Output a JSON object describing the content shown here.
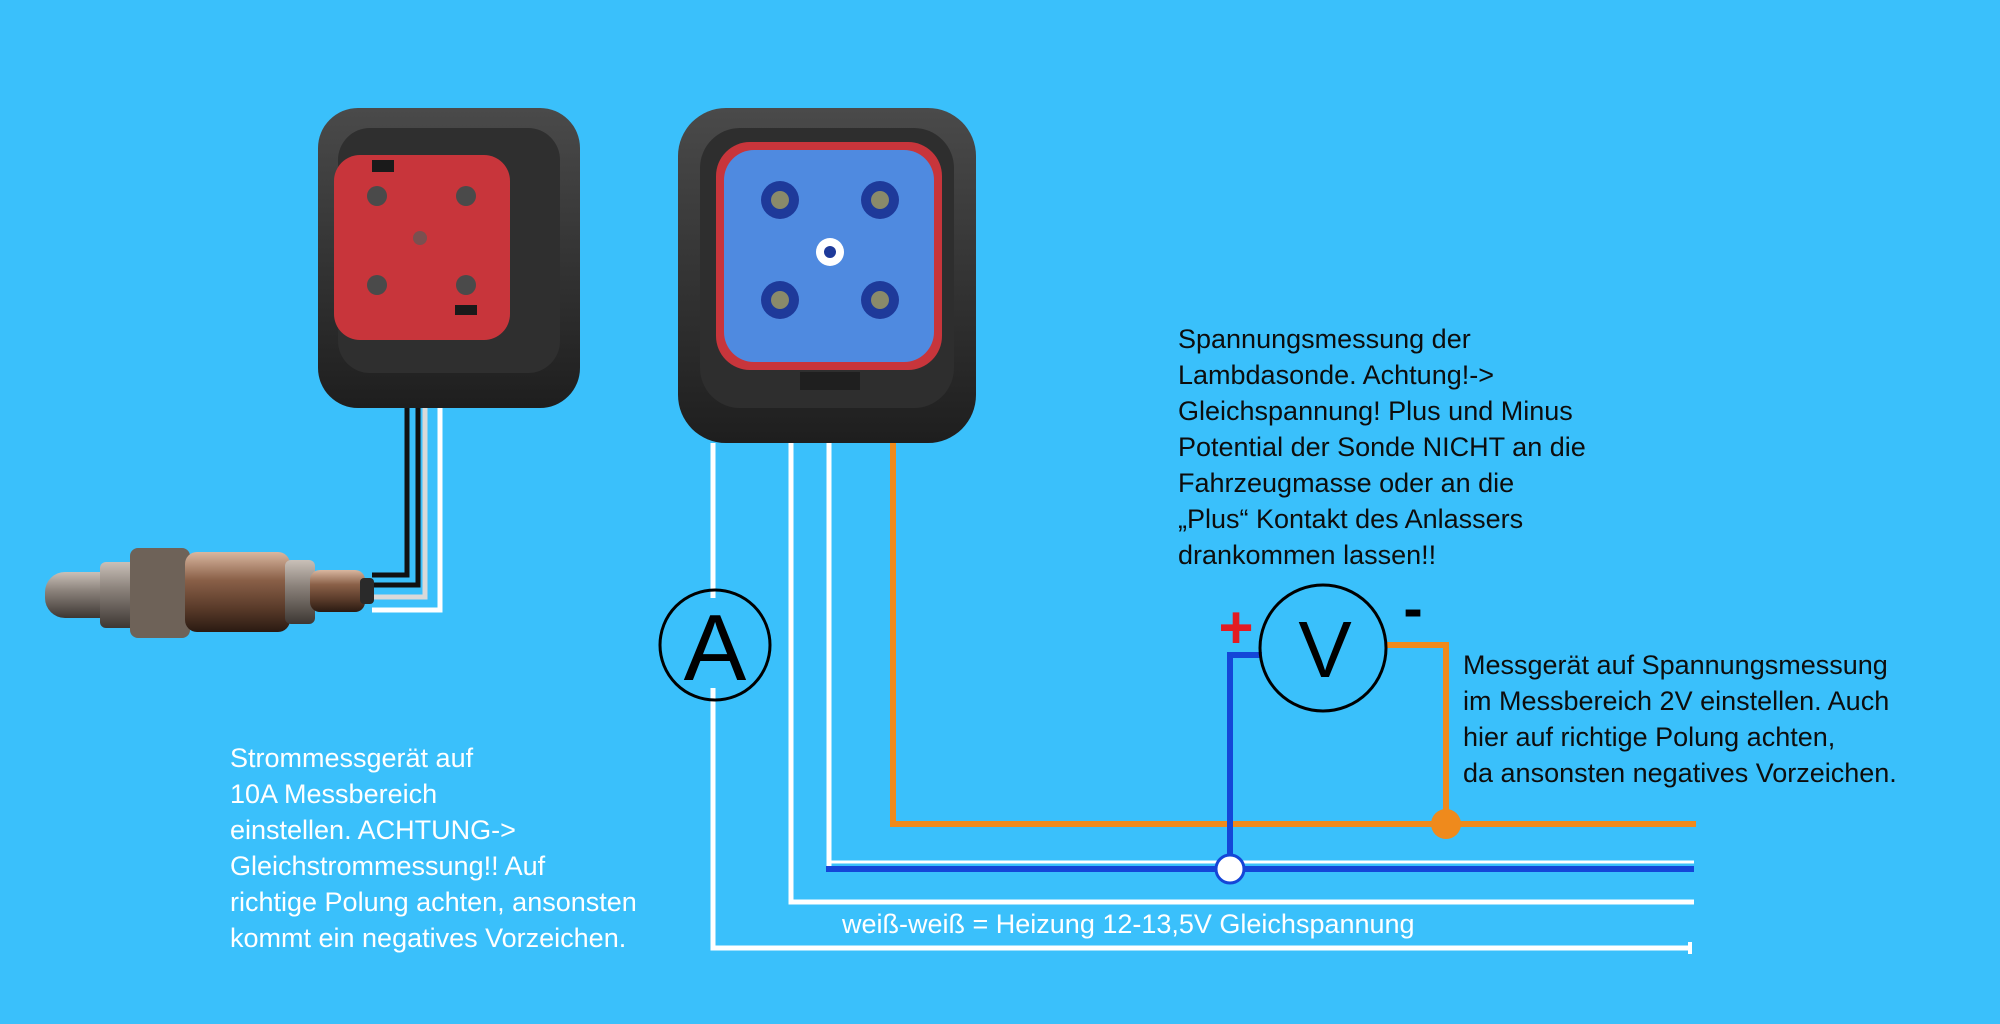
{
  "notes": {
    "voltage_warning": [
      "Spannungsmessung der",
      "Lambdasonde. Achtung!->",
      "Gleichspannung! Plus und Minus",
      "Potential der Sonde NICHT an die",
      "Fahrzeugmasse oder an die",
      "„Plus“ Kontakt des Anlassers",
      "drankommen lassen!!"
    ],
    "voltmeter_setting": [
      "Messgerät auf Spannungsmessung",
      "im Messbereich 2V einstellen. Auch",
      "hier auf richtige Polung achten,",
      "da ansonsten negatives Vorzeichen."
    ],
    "ammeter_setting": [
      "Strommessgerät auf",
      "10A Messbereich",
      "einstellen. ACHTUNG->",
      "Gleichstrommessung!! Auf",
      "richtige Polung achten, ansonsten",
      "kommt ein negatives Vorzeichen."
    ],
    "heater_label": "weiß-weiß = Heizung 12-13,5V Gleichspannung"
  },
  "meters": {
    "ammeter_symbol": "A",
    "voltmeter_symbol": "V",
    "plus_sign": "+",
    "minus_sign": "-"
  },
  "colors": {
    "background": "#3ac0fb",
    "wire_white": "#ffffff",
    "wire_blue": "#1446d8",
    "wire_orange": "#ef8a1c",
    "plus_red": "#e31b23",
    "connector_red": "#c8353b",
    "connector_blue": "#4f8ae0",
    "housing": "#3a3a3a"
  },
  "icons": [
    "lambda-sensor-photo",
    "sensor-plug-photo",
    "vehicle-socket-photo"
  ]
}
